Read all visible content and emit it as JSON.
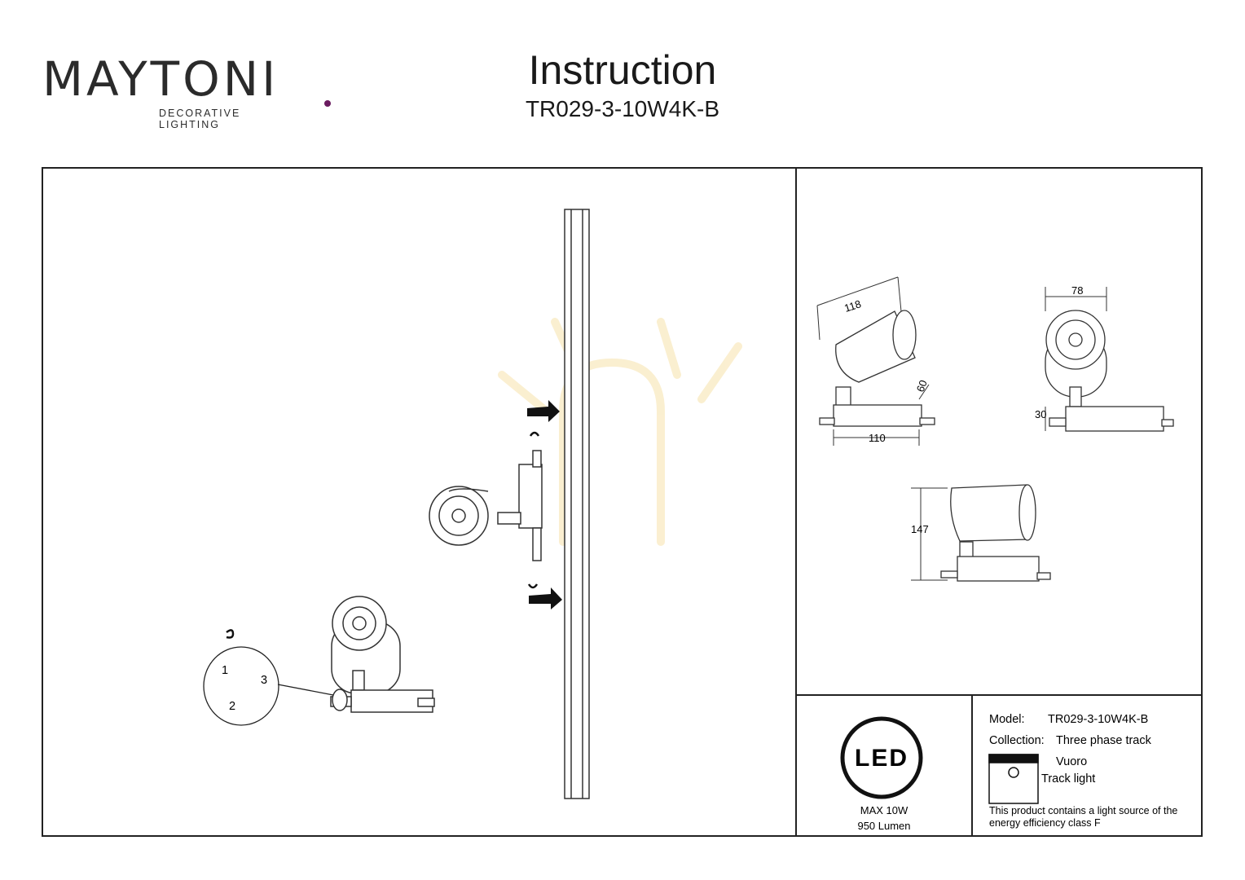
{
  "brand": {
    "name": "MAYTONI",
    "tagline": "DECORATIVE LIGHTING",
    "accent_color": "#6a1b5f"
  },
  "header": {
    "title": "Instruction",
    "subtitle": "TR029-3-10W4K-B"
  },
  "installation": {
    "callout_numbers": [
      "1",
      "2",
      "3"
    ]
  },
  "dimensions": {
    "length_118": "118",
    "width_78": "78",
    "angle_60": "60",
    "base_110": "110",
    "base_30": "30",
    "height_147": "147"
  },
  "led_panel": {
    "badge": "LED",
    "max_power": "MAX 10W",
    "lumen": "950 Lumen"
  },
  "spec": {
    "model_label": "Model:",
    "model_value": "TR029-3-10W4K-B",
    "collection_label": "Collection:",
    "collection_value": "Three phase track",
    "collection_value_2": "Vuoro",
    "type_value": "Track light",
    "energy_line_1": "This product contains a light source of the",
    "energy_line_2": "energy efficiency class F"
  },
  "icons": [
    "arrow-right-icon",
    "rotate-icon",
    "track-light-icon",
    "led-badge-icon"
  ]
}
